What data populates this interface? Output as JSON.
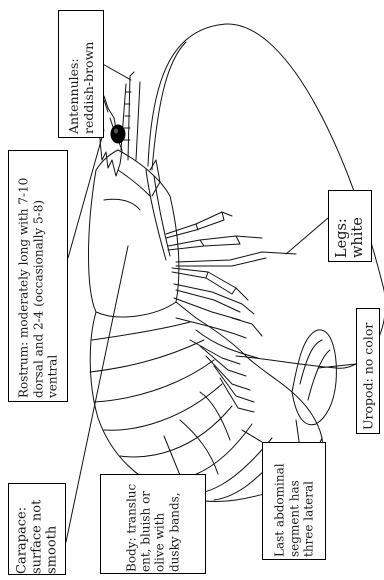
{
  "labels": {
    "antennules": "Antennules: reddish-brown",
    "rostrum": "Rostrum: moderately long with 7-10 dorsal and 2-4 (occasionally 5-8) ventral",
    "legs": "Legs: white",
    "uropod": "Uropod: no color",
    "carapace": "Carapace: surface not smooth",
    "body": "Body: transluc ent, bluish or olive with dusky bands,",
    "last_segment": "Last abdominal segment has three lateral"
  },
  "colors": {
    "line": "#000000",
    "eye": "#000000",
    "background": "#ffffff"
  }
}
